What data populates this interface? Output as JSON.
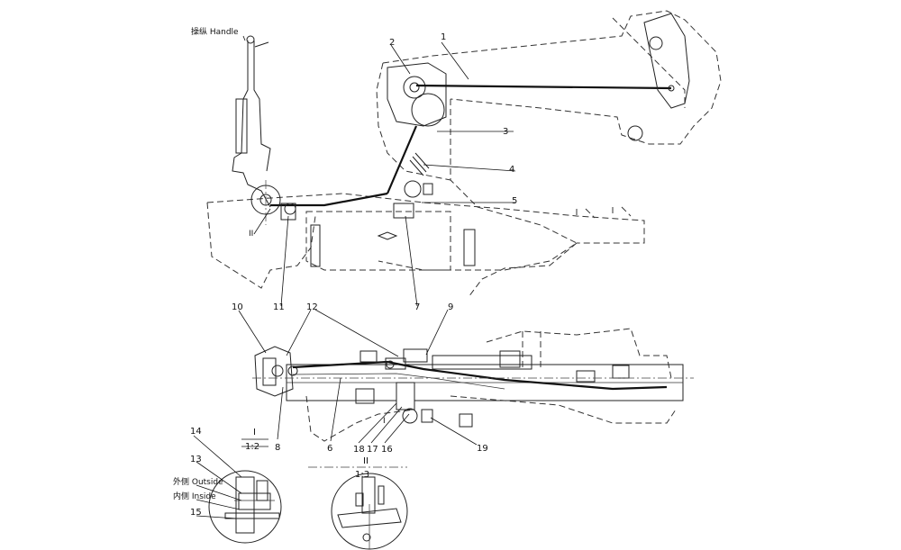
{
  "labels": {
    "handle": "操纵 Handle",
    "outside": "外侧 Outside",
    "inside": "内侧 Inside",
    "detail_i": "I",
    "detail_ii": "II",
    "scale_i": "1:2",
    "scale_ii": "1:3"
  },
  "callouts": [
    "1",
    "2",
    "3",
    "4",
    "5",
    "6",
    "7",
    "8",
    "9",
    "10",
    "11",
    "12",
    "13",
    "14",
    "15",
    "16",
    "17",
    "18",
    "19"
  ]
}
